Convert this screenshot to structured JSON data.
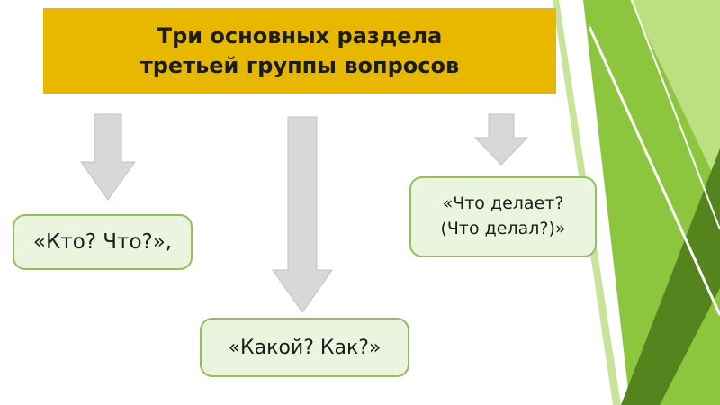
{
  "slide": {
    "title": "Три основных раздела\nтретьей группы вопросов",
    "boxes": {
      "left": "«Кто? Что?»,",
      "center": "«Какой? Как?»",
      "right": "«Что делает?\n(Что делал?)»"
    },
    "icons": {
      "arrow_left": "down-arrow",
      "arrow_center": "down-arrow",
      "arrow_right": "down-arrow"
    },
    "colors": {
      "header_bg": "#E8B800",
      "header_text": "#1C1C1C",
      "box_bg": "#EBF4DF",
      "box_border": "#94BE58",
      "arrow_fill": "#D8D8D8",
      "arrow_stroke": "#C2C2C2",
      "deco_light": "#BCDF80",
      "deco_band": "#C9E39B",
      "deco_mid": "#8CC63F",
      "deco_bright": "#8DC63F",
      "deco_dark": "#55831E"
    }
  }
}
